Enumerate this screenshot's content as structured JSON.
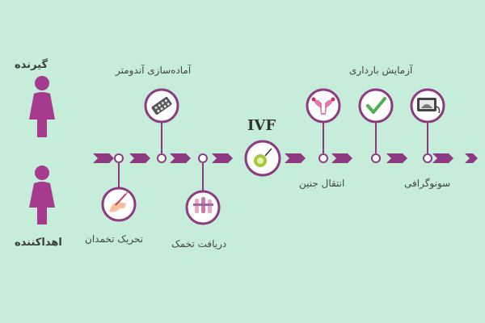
{
  "roles": {
    "recipient": "گیرنده",
    "donor": "اهداکننده"
  },
  "center": {
    "label": "IVF",
    "icon": "petri-dish-icon"
  },
  "steps": [
    {
      "label": "آماده‌سازی آندومتر",
      "icon": "pill-pack-icon"
    },
    {
      "label": "تحریک تخمدان",
      "icon": "hand-injection-icon"
    },
    {
      "label": "دریافت تخمک",
      "icon": "test-tubes-icon"
    },
    {
      "label": "انتقال جنین",
      "icon": "uterus-icon"
    },
    {
      "label": "آزمایش بارداری",
      "icon": "checkmark-icon"
    },
    {
      "label": "سونوگرافی",
      "icon": "ultrasound-icon"
    }
  ],
  "colors": {
    "background": "#c6edd9",
    "accent": "#8e3a82",
    "figure": "#a63a8e",
    "check": "#4caf50"
  }
}
